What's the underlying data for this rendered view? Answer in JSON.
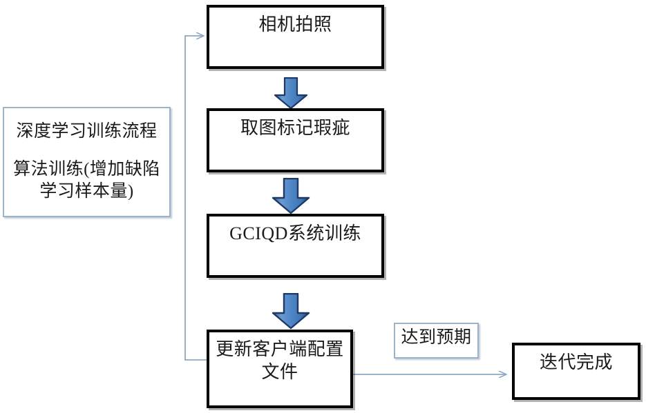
{
  "diagram": {
    "type": "flowchart",
    "title_note": "深度学习训练流程",
    "colors": {
      "box_border": "#000000",
      "note_border": "#9bb3cd",
      "arrow_fill": "#4a7ebb",
      "arrow_outline": "#1f3864",
      "connector_line": "#8da7c4",
      "text": "#1a1a1a",
      "background": "#ffffff"
    },
    "side_note": {
      "line1": "深度学习训练流程",
      "line2": "算法训练(增加缺陷\n学习样本量)"
    },
    "nodes": [
      {
        "id": "n1",
        "label": "相机拍照"
      },
      {
        "id": "n2",
        "label": "取图标记瑕疵"
      },
      {
        "id": "n3",
        "label": "GCIQD系统训练"
      },
      {
        "id": "n4",
        "label": "更新客户端配置\n文件"
      },
      {
        "id": "n5",
        "label": "迭代完成"
      }
    ],
    "edge_label": "达到预期",
    "edges": [
      {
        "from": "n1",
        "to": "n2",
        "style": "block-arrow-down"
      },
      {
        "from": "n2",
        "to": "n3",
        "style": "block-arrow-down"
      },
      {
        "from": "n3",
        "to": "n4",
        "style": "block-arrow-down"
      },
      {
        "from": "n4",
        "to": "n5",
        "style": "line-arrow-right",
        "label": "达到预期"
      },
      {
        "from": "n4",
        "to": "n1",
        "style": "feedback-loop-left"
      }
    ]
  }
}
